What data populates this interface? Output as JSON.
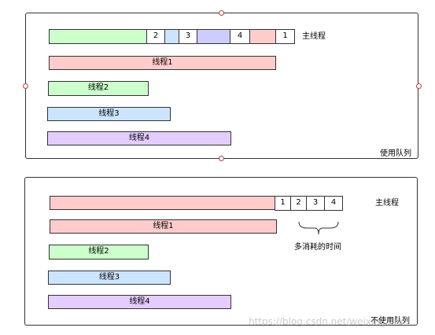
{
  "top": {
    "main_thread_label": "主线程",
    "tasks": [
      "2",
      "3",
      "4",
      "1"
    ],
    "threads": [
      "线程1",
      "线程2",
      "线程3",
      "线程4"
    ],
    "corner_label": "使用队列"
  },
  "bottom": {
    "main_thread_label": "主线程",
    "tasks": [
      "1",
      "2",
      "3",
      "4"
    ],
    "threads": [
      "线程1",
      "线程2",
      "线程3",
      "线程4"
    ],
    "extra_time_label": "多消耗的时间",
    "corner_label": "不使用队列"
  },
  "watermark": "https://blog.csdn.net/weixin_...re",
  "colors": {
    "green": "#ccffcc",
    "pink": "#ffcccc",
    "blue": "#cce5ff",
    "lavender": "#ccccff",
    "purple": "#e5ccff",
    "border": "#333333",
    "handle": "#c43c3c"
  }
}
